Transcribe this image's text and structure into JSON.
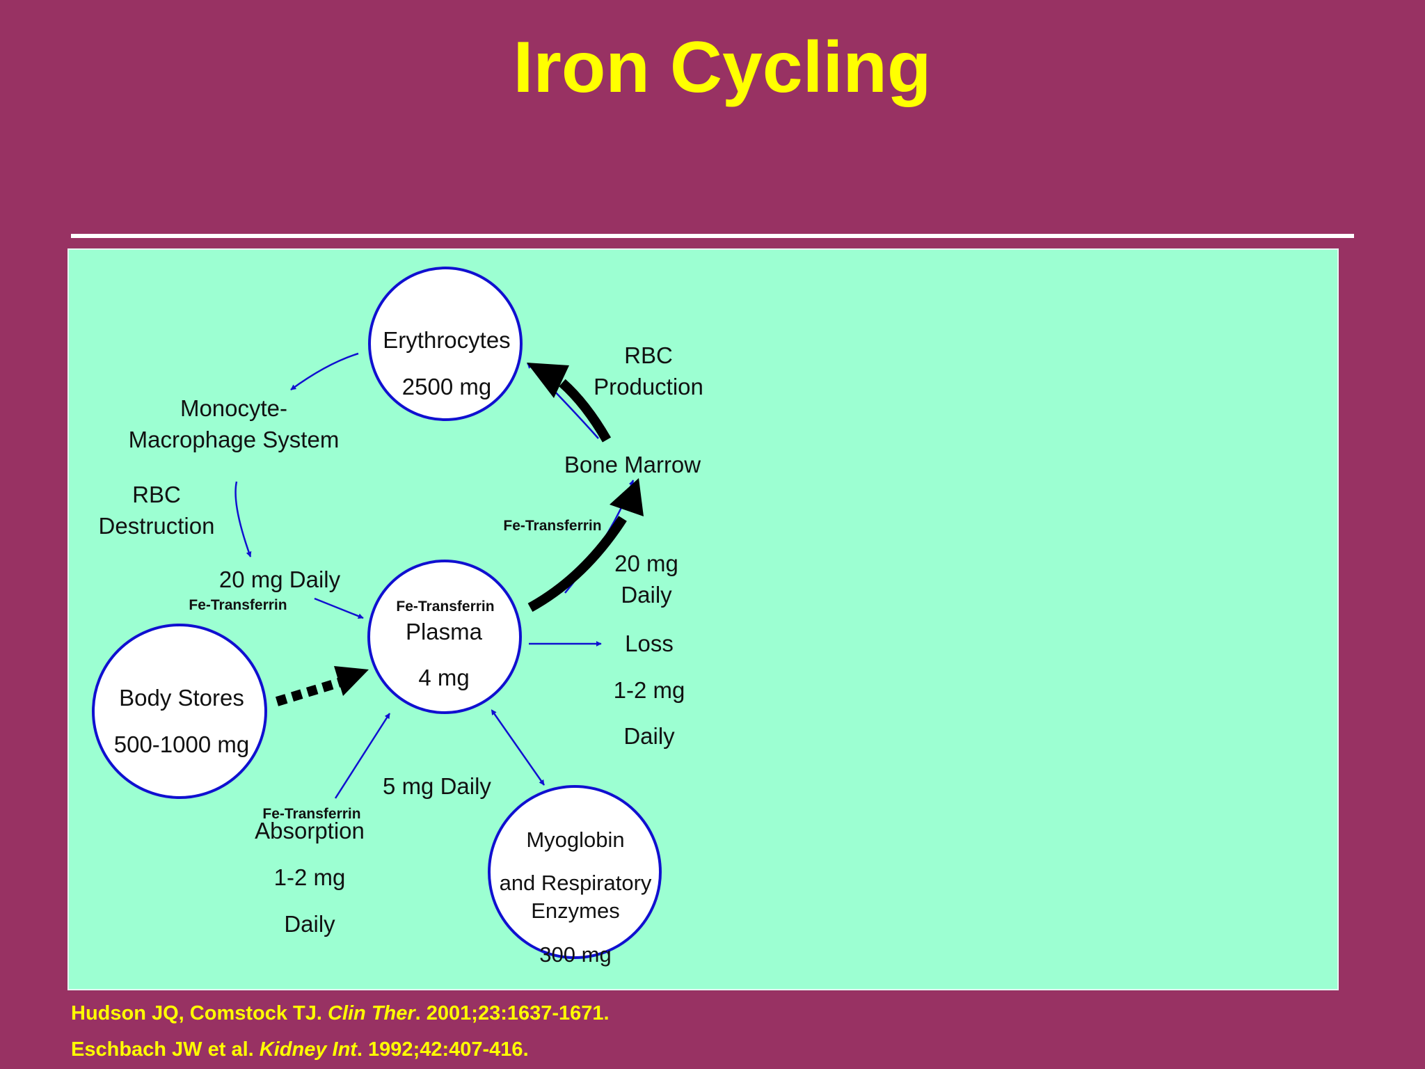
{
  "slide": {
    "title": "Iron Cycling",
    "colors": {
      "background": "#983263",
      "title": "#ffff00",
      "panel": "#9cffd2",
      "circle_stroke": "#1010d0",
      "arrow": "#1010d0"
    }
  },
  "diagram": {
    "erythrocytes": {
      "name": "Erythrocytes",
      "amount": "2500 mg"
    },
    "plasma": {
      "carrier": "Fe-Transferrin",
      "name": "Plasma",
      "amount": "4 mg"
    },
    "body_stores": {
      "name": "Body Stores",
      "amount": "500-1000 mg"
    },
    "myoglobin": {
      "line1": "Myoglobin",
      "line2": "and Respiratory",
      "line3": "Enzymes",
      "amount": "300 mg"
    },
    "monocyte": {
      "line1": "Monocyte-",
      "line2": "Macrophage System"
    },
    "rbc_destruction": {
      "line1": "RBC",
      "line2": "Destruction"
    },
    "destruction_flow": {
      "amount": "20 mg Daily",
      "carrier": "Fe-Transferrin"
    },
    "rbc_production": {
      "line1": "RBC",
      "line2": "Production"
    },
    "bone_marrow": "Bone Marrow",
    "marrow_flow": {
      "carrier": "Fe-Transferrin",
      "line1": "20 mg",
      "line2": "Daily"
    },
    "loss": {
      "label": "Loss",
      "amount": "1-2 mg",
      "period": "Daily"
    },
    "myoglobin_flow": "5 mg Daily",
    "absorption": {
      "carrier": "Fe-Transferrin",
      "label": "Absorption",
      "amount": "1-2 mg",
      "period": "Daily"
    }
  },
  "references": [
    {
      "authors": "Hudson JQ, Comstock TJ. ",
      "journal": "Clin Ther",
      "details": ". 2001;23:1637-1671."
    },
    {
      "authors": "Eschbach JW et al. ",
      "journal": "Kidney Int",
      "details": ". 1992;42:407-416."
    }
  ]
}
